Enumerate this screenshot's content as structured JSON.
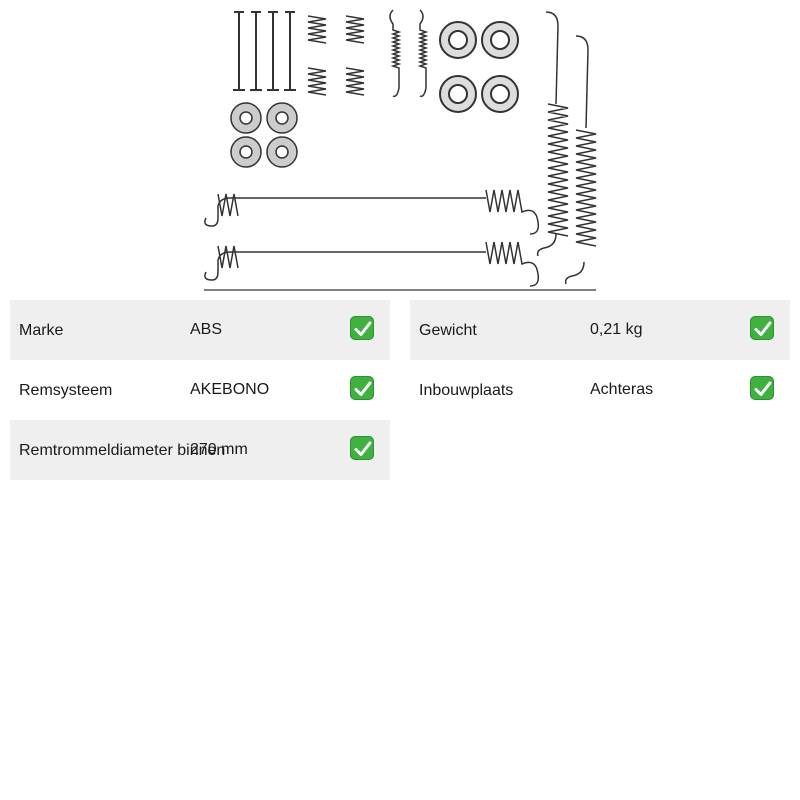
{
  "left_specs": [
    {
      "label": "Marke",
      "value": "ABS"
    },
    {
      "label": "Remsysteem",
      "value": "AKEBONO"
    },
    {
      "label": "Remtrommeldiameter binnen",
      "value": "270 mm"
    }
  ],
  "right_specs": [
    {
      "label": "Gewicht",
      "value": "0,21 kg"
    },
    {
      "label": "Inbouwplaats",
      "value": "Achteras"
    }
  ],
  "icons": {
    "status": "check-mark-icon",
    "product": "brake-shoe-fitting-kit-image"
  },
  "colors": {
    "row_shade": "#efefef",
    "check_green": "#3fb13f"
  }
}
